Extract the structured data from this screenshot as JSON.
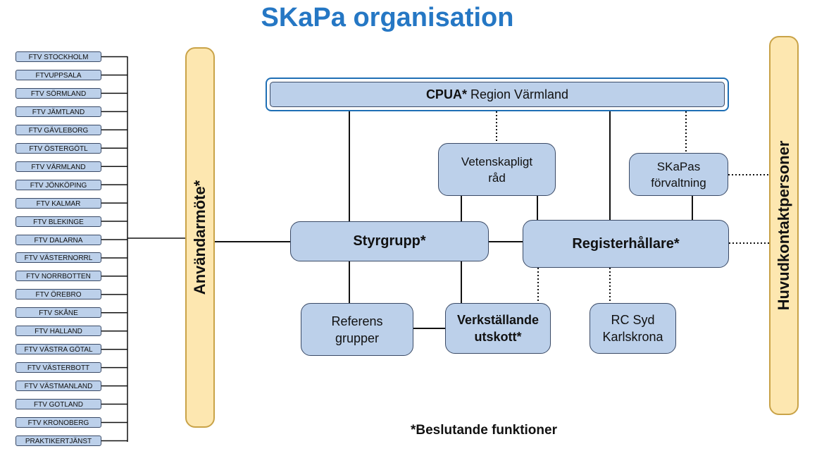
{
  "title": "SKaPa organisation",
  "ftv_units": [
    "FTV STOCKHOLM",
    "FTVUPPSALA",
    "FTV SÖRMLAND",
    "FTV JÄMTLAND",
    "FTV GÄVLEBORG",
    "FTV ÖSTERGÖTL",
    "FTV VÄRMLAND",
    "FTV JÖNKÖPING",
    "FTV KALMAR",
    "FTV BLEKINGE",
    "FTV DALARNA",
    "FTV VÄSTERNORRL",
    "FTV NORRBOTTEN",
    "FTV ÖREBRO",
    "FTV SKÅNE",
    "FTV HALLAND",
    "FTV VÄSTRA GÖTAL",
    "FTV VÄSTERBOTT",
    "FTV VÄSTMANLAND",
    "FTV GOTLAND",
    "FTV KRONOBERG",
    "PRAKTIKERTJÄNST"
  ],
  "anvandarmote": "Användarmöte*",
  "huvudkontakt": "Huvudkontaktpersoner",
  "cpua": {
    "bold": "CPUA*",
    "rest": " Region Värmland"
  },
  "vetenskapligt": {
    "line1": "Vetenskapligt",
    "line2": "råd"
  },
  "skapas": {
    "line1": "SKaPas",
    "line2": "förvaltning"
  },
  "styrgrupp": "Styrgrupp*",
  "registerhallare": "Registerhållare*",
  "referens": {
    "line1": "Referens",
    "line2": "grupper"
  },
  "verkstallande": {
    "line1": "Verkställande",
    "line2": "utskott*"
  },
  "rcsyd": {
    "line1": "RC Syd",
    "line2": "Karlskrona"
  },
  "footnote": "*Beslutande funktioner"
}
